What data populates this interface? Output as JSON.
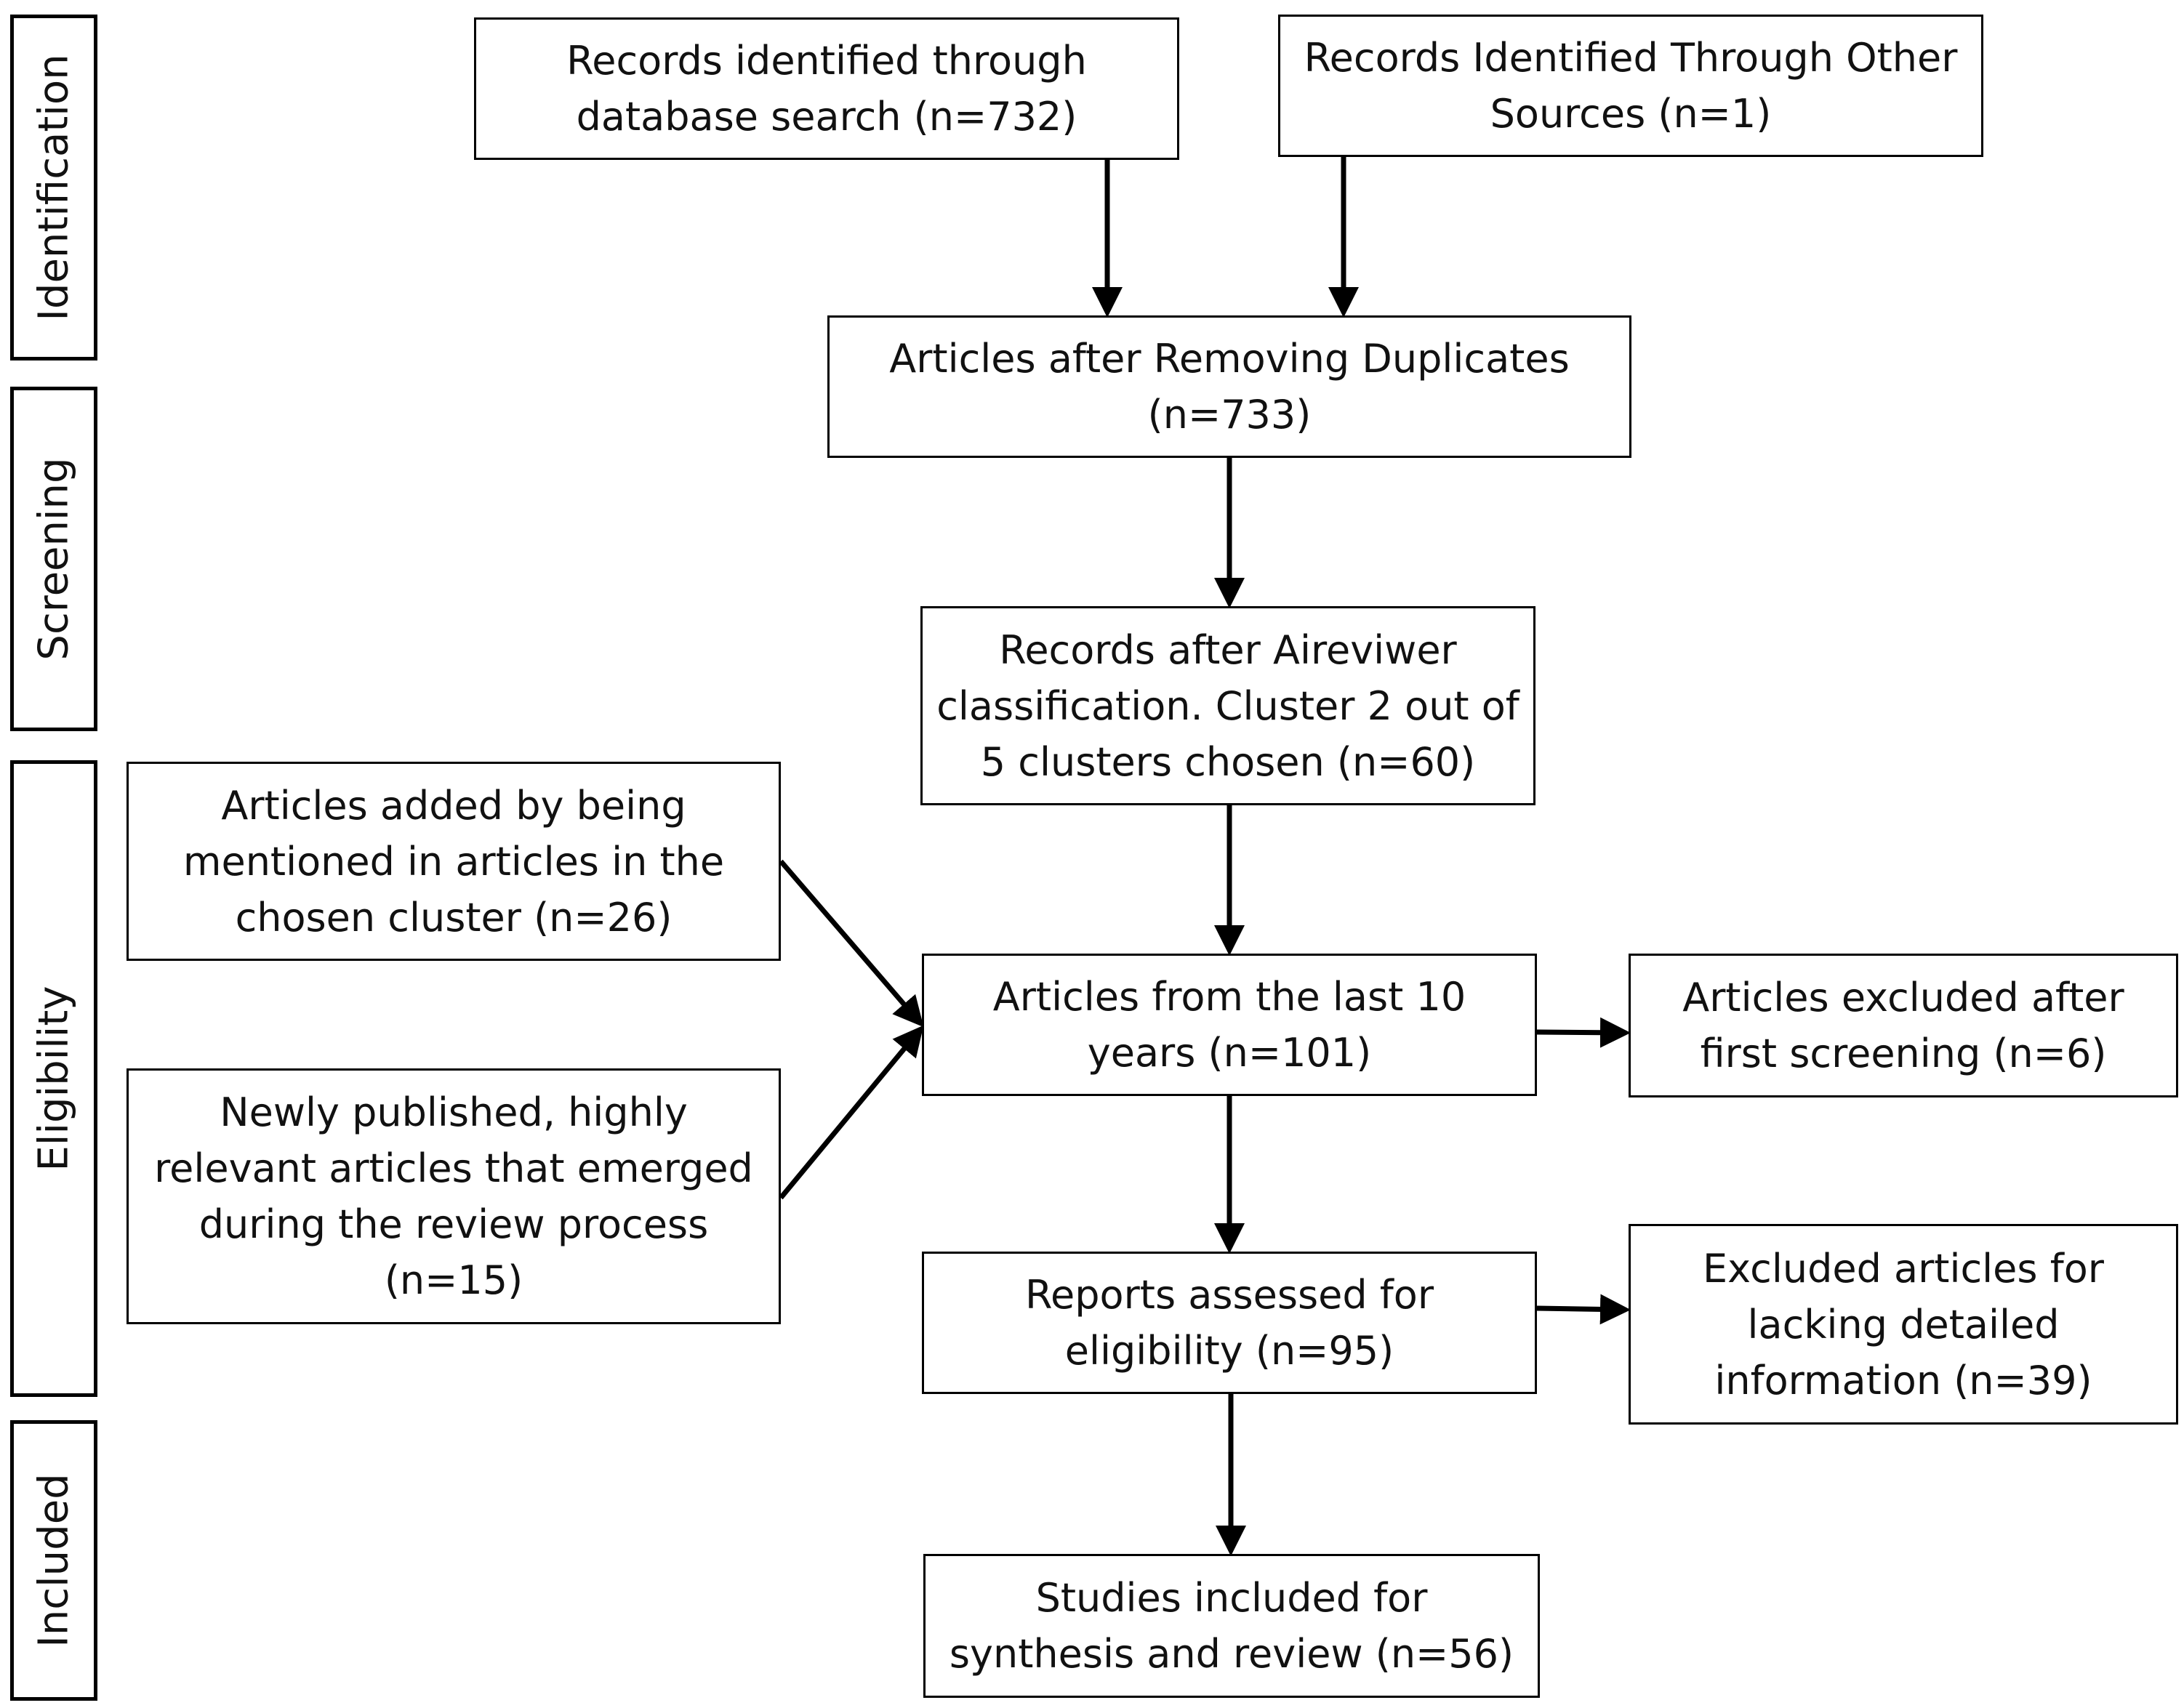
{
  "stages": {
    "identification": "Identification",
    "screening": "Screening",
    "eligibility": "Eligibility",
    "included": "Included"
  },
  "boxes": {
    "database_search": "Records identified through\ndatabase search (n=732)",
    "other_sources": "Records Identified Through Other\nSources (n=1)",
    "after_duplicates": "Articles after Removing Duplicates\n(n=733)",
    "aireviewer": "Records after Aireviwer\nclassification. Cluster 2 out of\n5 clusters chosen (n=60)",
    "added_by_mention": "Articles added by being\nmentioned in articles in the\nchosen cluster (n=26)",
    "newly_published": "Newly published, highly\nrelevant articles that emerged\nduring the review process\n(n=15)",
    "last_10_years": "Articles from the last 10\nyears (n=101)",
    "excluded_first": "Articles excluded after\nfirst screening (n=6)",
    "assessed": "Reports assessed for\neligibility (n=95)",
    "excluded_lacking": "Excluded articles for\nlacking detailed\ninformation (n=39)",
    "included_final": "Studies included for\nsynthesis and review (n=56)"
  }
}
